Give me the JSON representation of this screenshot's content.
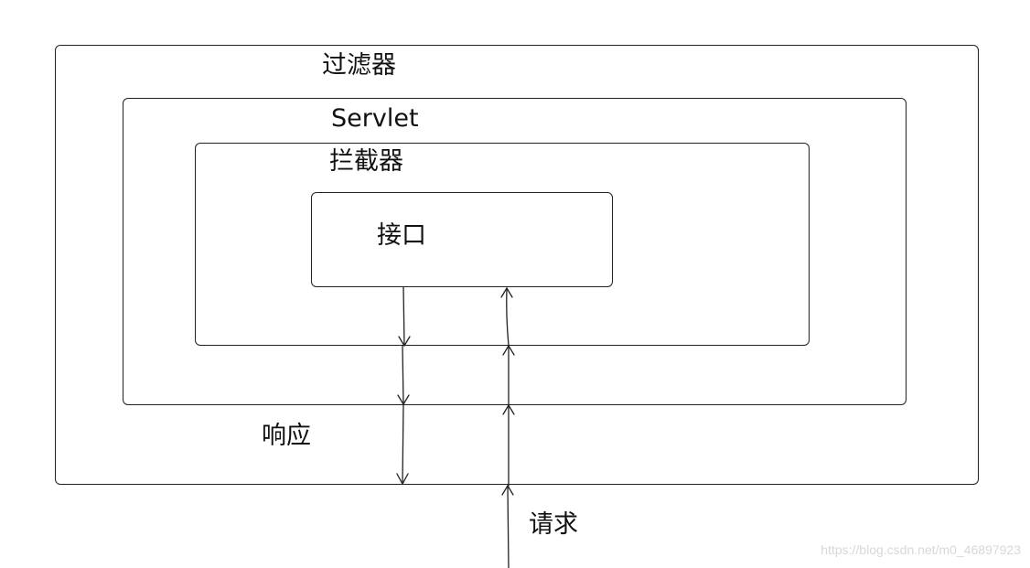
{
  "labels": {
    "filter": "过滤器",
    "servlet": "Servlet",
    "interceptor": "拦截器",
    "api": "接口",
    "response": "响应",
    "request": "请求"
  },
  "watermark": "https://blog.csdn.net/m0_46897923",
  "colors": {
    "stroke": "#222222",
    "text": "#111111",
    "watermark": "#d8d8d8"
  }
}
